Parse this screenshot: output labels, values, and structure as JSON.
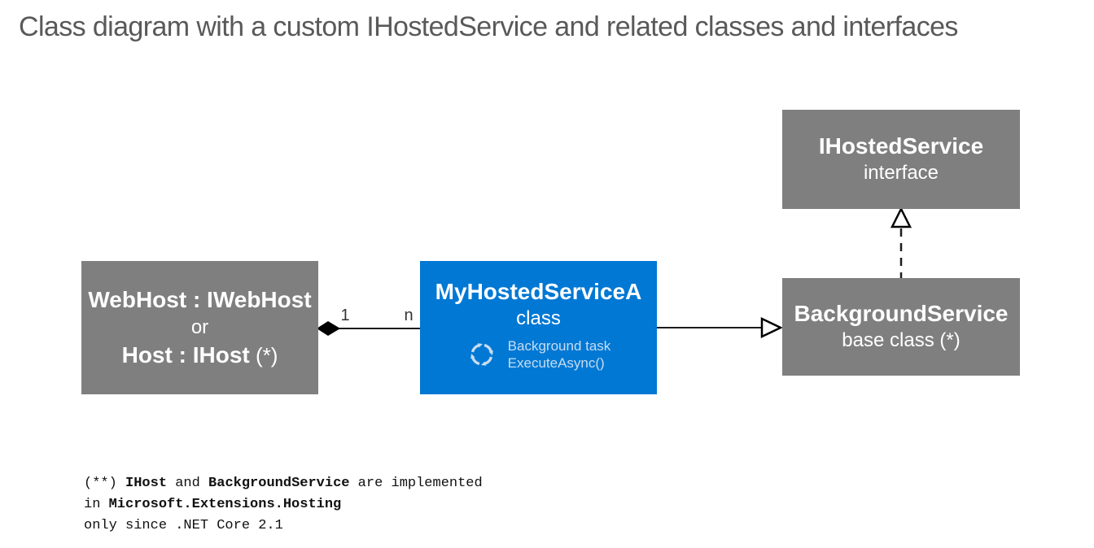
{
  "title": "Class diagram with a custom IHostedService and related classes and interfaces",
  "colors": {
    "box_gray": "#7f7f7f",
    "box_blue": "#0078d4",
    "title_color": "#595959",
    "light_text": "#c7ddf2",
    "line_color": "#1c1c1c",
    "label_color": "#333333",
    "footnote_color": "#111111"
  },
  "nodes": {
    "webhost": {
      "title_line": "WebHost : IWebHost",
      "or_line": "or",
      "alt_line_bold": "Host : IHost",
      "alt_line_rest": " (*)"
    },
    "my_hosted_service": {
      "name": "MyHostedServiceA",
      "stereotype": "class",
      "icon": "sync-arrows-icon",
      "detail_line1": "Background task",
      "detail_line2": "ExecuteAsync()"
    },
    "ihosted_service": {
      "name": "IHostedService",
      "stereotype": "interface"
    },
    "background_service": {
      "name": "BackgroundService",
      "stereotype": "base class (*)"
    }
  },
  "edges": {
    "aggregation": {
      "multiplicity_left": "1",
      "multiplicity_right": "n"
    },
    "inheritance_solid": {
      "style": "solid line, hollow triangle pointing right"
    },
    "realization_dashed": {
      "style": "dashed line, hollow triangle pointing up"
    }
  },
  "footnote": {
    "line1_prefix": "(**) ",
    "line1_bold1": "IHost",
    "line1_mid": " and ",
    "line1_bold2": "BackgroundService",
    "line1_suffix": " are implemented",
    "line2_prefix": "in ",
    "line2_bold": "Microsoft.Extensions.Hosting",
    "line3": "only since .NET Core 2.1"
  }
}
